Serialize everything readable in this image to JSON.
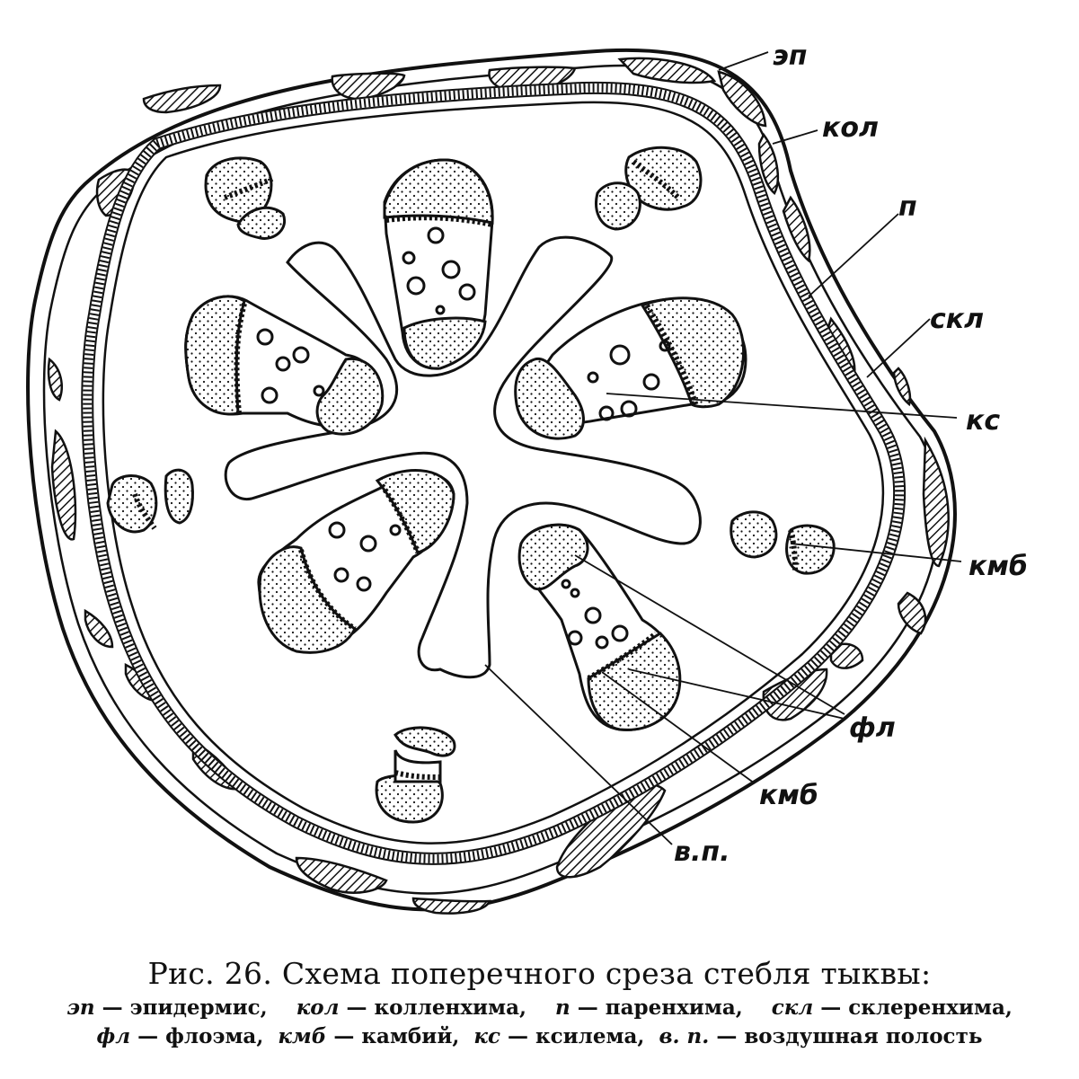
{
  "labels": {
    "ep": "эп",
    "kol": "кол",
    "p": "п",
    "skl": "скл",
    "ks": "кс",
    "kmb_right": "кмб",
    "fl": "фл",
    "kmb_bottom": "кмб",
    "vp": "в.п."
  },
  "caption": {
    "title": "Рис. 26. Схема поперечного среза стебля тыквы:",
    "legend": [
      {
        "abbr": "эп",
        "text": "— эпидермис,"
      },
      {
        "abbr": "кол",
        "text": "— колленхима,"
      },
      {
        "abbr": "п",
        "text": "— паренхима,"
      },
      {
        "abbr": "скл",
        "text": "— склеренхима,"
      },
      {
        "abbr": "фл",
        "text": "— флоэма,"
      },
      {
        "abbr": "кмб",
        "text": "— камбий,"
      },
      {
        "abbr": "кс",
        "text": "— ксилема,"
      },
      {
        "abbr": "в. п.",
        "text": "— воздушная полость"
      }
    ]
  }
}
